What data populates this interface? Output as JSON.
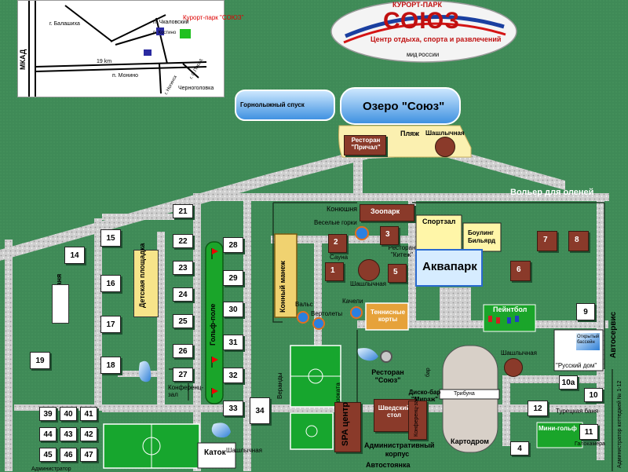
{
  "header": {
    "logo_top": "КУРОРТ-ПАРК",
    "logo_name": "СОЮЗ",
    "logo_subtitle": "Центр отдыха, спорта и развлечений",
    "logo_bottom": "МИД РОССИИ"
  },
  "inset_map": {
    "labels": {
      "mkad": "МКАД",
      "balashikha": "г. Балашиха",
      "chkalovsky": "п. Чкаловский",
      "kostino": "п. Костино",
      "resort": "Курорт-парк \"СОЮЗ\"",
      "distance": "19 km",
      "monino": "п. Монино",
      "noginsk": "г. Ногинск",
      "sposad": "г. С.Посад",
      "chernogolovka": "Черноголовка"
    }
  },
  "areas": {
    "ski_slope": "Горнолыжный спуск",
    "lake": "Озеро \"Союз\"",
    "beach": "Пляж",
    "restaurant_prichal": "Ресторан \"Причал\"",
    "shashlychnaya_top": "Шашлычная",
    "deer_enclosure": "Вольер для оленей",
    "stable": "Конюшня",
    "zoo": "Зоопарк",
    "water_slides": "Веселые горки",
    "sports_hall": "Спортзал",
    "bowling": "Боулинг Бильярд",
    "sauna": "Сауна",
    "restaurant_kitezh": "Ресторан \"Китеж\"",
    "aquapark": "Аквапарк",
    "shashlychnaya_mid": "Шашлычная",
    "horse_arena": "Конный манеж",
    "kids_playground": "Детская площадка",
    "golf_field": "Гольф-поле",
    "russian_banya": "Русская баня",
    "swings": "Качели",
    "waltz": "Вальс",
    "helicopters": "Вертолеты",
    "tennis": "Теннисные корты",
    "paintball": "Пейнтбол",
    "autoservice": "Автосервис",
    "outdoor_pool": "Открытый бассейн",
    "russian_house": "\"Русский дом\"",
    "shashlychnaya_right": "Шашлычная",
    "restaurant_soyuz": "Ресторан \"Союз\"",
    "disco_bar": "Диско-бар \"Мираж\"",
    "conference_left": "Конференц-зал",
    "verandas": "Веранды",
    "rental_point": "Пункт проката",
    "swedish_table": "Шведский стол",
    "conference_mid": "Конференц-зал",
    "bar": "бар",
    "spa": "SPA центр",
    "admin_building": "Административный корпус",
    "kartodrom": "Картодром",
    "kartodrom_stand": "Трибуна",
    "turkish_banya": "Турецкая баня",
    "mini_golf": "Мини-гольф",
    "halochamber": "Галокамера",
    "rink": "Каток",
    "shashlychnaya_bottom": "Шашлычная",
    "parking": "Автостоянка",
    "admin_cottages": "Администратор коттеджей № 1-12",
    "administrator": "Администратор"
  },
  "cottages": [
    "1",
    "2",
    "3",
    "4",
    "5",
    "6",
    "7",
    "8",
    "9",
    "10",
    "10а",
    "11",
    "12",
    "14",
    "15",
    "16",
    "17",
    "18",
    "19",
    "21",
    "22",
    "23",
    "24",
    "25",
    "26",
    "27",
    "28",
    "29",
    "30",
    "31",
    "32",
    "33",
    "34",
    "39",
    "40",
    "41",
    "44",
    "43",
    "42",
    "45",
    "46",
    "47"
  ]
}
